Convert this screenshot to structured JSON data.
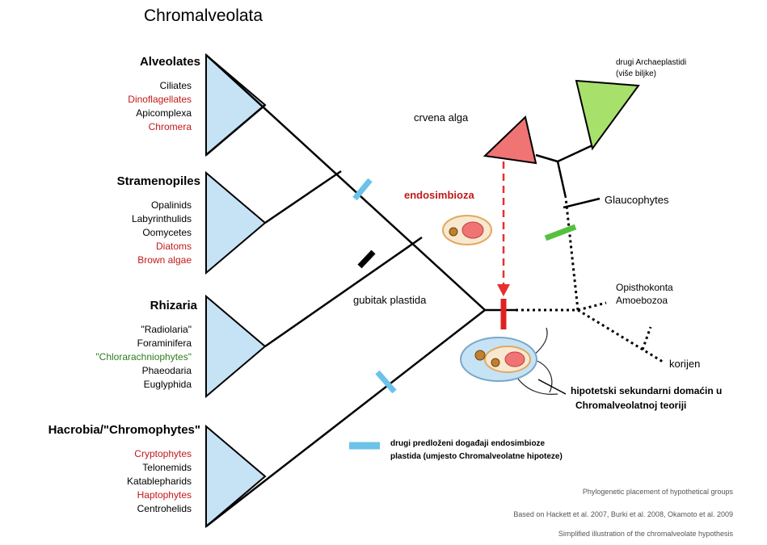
{
  "title": "Chromalveolata",
  "groups": [
    {
      "name": "Alveolates",
      "members": [
        {
          "text": "Ciliates",
          "color": "black"
        },
        {
          "text": "Dinoflagellates",
          "color": "red"
        },
        {
          "text": "Apicomplexa",
          "color": "black"
        },
        {
          "text": "Chromera",
          "color": "red"
        }
      ]
    },
    {
      "name": "Stramenopiles",
      "members": [
        {
          "text": "Opalinids",
          "color": "black"
        },
        {
          "text": "Labyrinthulids",
          "color": "black"
        },
        {
          "text": "Oomycetes",
          "color": "black"
        },
        {
          "text": "Diatoms",
          "color": "red"
        },
        {
          "text": "Brown algae",
          "color": "red"
        }
      ]
    },
    {
      "name": "Rhizaria",
      "members": [
        {
          "text": "\"Radiolaria\"",
          "color": "black"
        },
        {
          "text": "Foraminifera",
          "color": "black"
        },
        {
          "text": "\"Chlorarachniophytes\"",
          "color": "green"
        },
        {
          "text": "Phaeodaria",
          "color": "black"
        },
        {
          "text": "Euglyphida",
          "color": "black"
        }
      ]
    },
    {
      "name": "Hacrobia/\"Chromophytes\"",
      "members": [
        {
          "text": "Cryptophytes",
          "color": "red"
        },
        {
          "text": "Telonemids",
          "color": "black"
        },
        {
          "text": "Katablepharids",
          "color": "black"
        },
        {
          "text": "Haptophytes",
          "color": "red"
        },
        {
          "text": "Centrohelids",
          "color": "black"
        }
      ]
    }
  ],
  "labels": {
    "red_alga": "crvena alga",
    "other_archaeplastida_line1": "drugi Archaeplastidi",
    "other_archaeplastida_line2": "(više biljke)",
    "endosymbiosis": "endosimbioza",
    "glaucophytes": "Glaucophytes",
    "plastid_loss": "gubitak plastida",
    "opisthokonts": "Opisthokonta",
    "amoebozoa": "Amoebozoa",
    "root": "korijen",
    "host_line1": "hipotetski sekundarni domaćin u",
    "host_line2": "Chromalveolatnoj teoriji"
  },
  "legend": {
    "line1": "drugi predloženi događaji endosimbioze",
    "line2": "plastida (umjesto Chromalveolatne hipoteze)",
    "color": "#6cc2e8"
  },
  "credits": [
    "Phylogenetic placement of hypothetical groups",
    "Based on Hackett et al. 2007, Burki et al. 2008, Okamoto et al. 2009",
    "Simplified illustration of the chromalveolate hypothesis"
  ],
  "colors": {
    "clade_fill": "#c6e2f5",
    "red_alga_fill": "#f07474",
    "green_plant_fill": "#a8e06c",
    "red_text": "#c0191b",
    "green_text": "#2e7d1e",
    "endosymbiosis_arrow": "#e53030"
  },
  "icons": [
    "host-cell-icon",
    "endosymbiont-cell-icon"
  ]
}
